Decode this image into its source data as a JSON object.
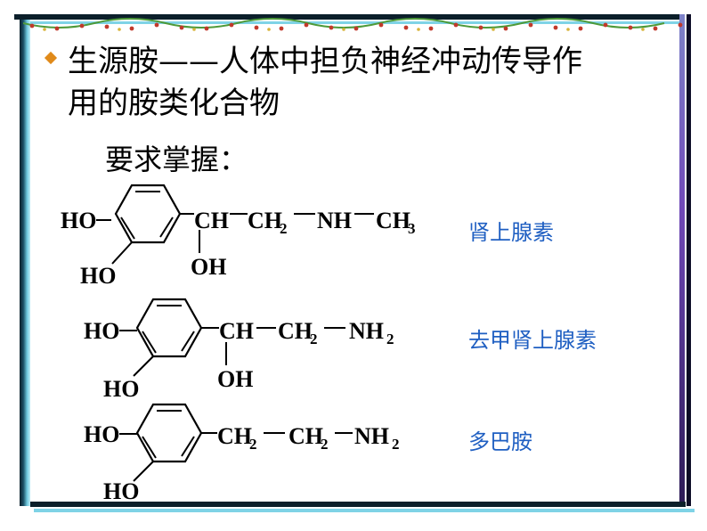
{
  "bullet": {
    "line1": "生源胺——人体中担负神经冲动传导作",
    "line2": "用的胺类化合物"
  },
  "subheading": "要求掌握：",
  "compounds": [
    {
      "name": "肾上腺素",
      "formula": {
        "ho_top": "HO",
        "ho_bottom": "HO",
        "ch": "CH",
        "ch2": "CH",
        "ch2_sub": "2",
        "nh": "NH",
        "ch3": "CH",
        "ch3_sub": "3",
        "oh": "OH"
      }
    },
    {
      "name": "去甲肾上腺素",
      "formula": {
        "ho_top": "HO",
        "ho_bottom": "HO",
        "ch": "CH",
        "ch2": "CH",
        "ch2_sub": "2",
        "nh2": "NH",
        "nh2_sub": "2",
        "oh": "OH"
      }
    },
    {
      "name": "多巴胺",
      "formula": {
        "ho_top": "HO",
        "ho_bottom": "HO",
        "ch2a": "CH",
        "ch2a_sub": "2",
        "ch2b": "CH",
        "ch2b_sub": "2",
        "nh2": "NH",
        "nh2_sub": "2"
      }
    }
  ],
  "colors": {
    "name_blue": "#1f5fc2",
    "bullet_orange": "#e08a1a"
  }
}
